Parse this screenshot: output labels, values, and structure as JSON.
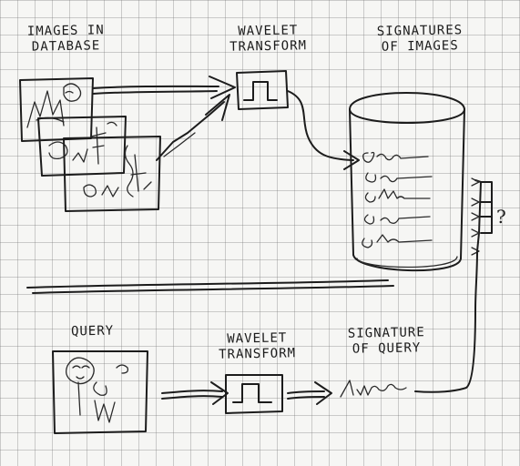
{
  "labels": {
    "images_in_database": [
      "IMAGES IN",
      "DATABASE"
    ],
    "wavelet_transform_top": [
      "WAVELET",
      "TRANSFORM"
    ],
    "signatures_of_images": [
      "SIGNATURES",
      "OF IMAGES"
    ],
    "query": "QUERY",
    "wavelet_transform_bottom": [
      "WAVELET",
      "TRANSFORM"
    ],
    "signature_of_query": [
      "SIGNATURE",
      "OF QUERY"
    ],
    "question_mark": "?"
  }
}
